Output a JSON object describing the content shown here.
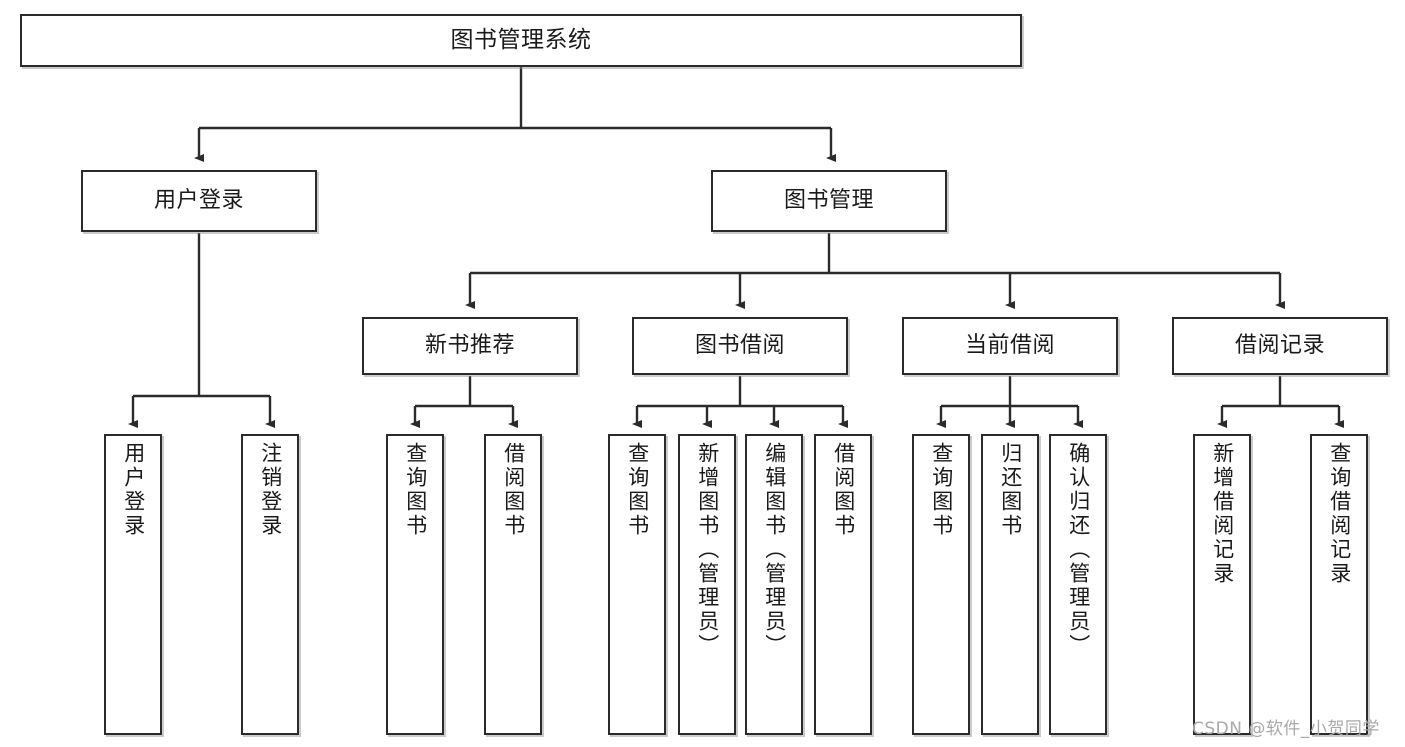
{
  "diagram": {
    "title": "图书管理系统",
    "type": "tree-hierarchy-chart",
    "colors": {
      "box_border": "#2b2b2b",
      "box_fill": "#ffffff",
      "edge": "#2b2b2b",
      "text": "#1a1a1a",
      "watermark": "#a9a9a9",
      "background": "#ffffff"
    }
  },
  "watermark": {
    "text": "CSDN @软件_小贺同学"
  },
  "nodes": {
    "root": {
      "label": "图书管理系统"
    },
    "level2": [
      {
        "label": "用户登录"
      },
      {
        "label": "图书管理"
      }
    ],
    "level3": [
      {
        "label": "新书推荐"
      },
      {
        "label": "图书借阅"
      },
      {
        "label": "当前借阅"
      },
      {
        "label": "借阅记录"
      }
    ],
    "leaves": {
      "user_login": [
        {
          "label": "用户登录"
        },
        {
          "label": "注销登录"
        }
      ],
      "new_book_recommend": [
        {
          "label": "查询图书"
        },
        {
          "label": "借阅图书"
        }
      ],
      "book_borrow": [
        {
          "label": "查询图书"
        },
        {
          "label": "新增图书（管理员）"
        },
        {
          "label": "编辑图书（管理员）"
        },
        {
          "label": "借阅图书"
        }
      ],
      "current_borrow": [
        {
          "label": "查询图书"
        },
        {
          "label": "归还图书"
        },
        {
          "label": "确认归还（管理员）"
        }
      ],
      "borrow_record": [
        {
          "label": "新增借阅记录"
        },
        {
          "label": "查询借阅记录"
        }
      ]
    }
  }
}
